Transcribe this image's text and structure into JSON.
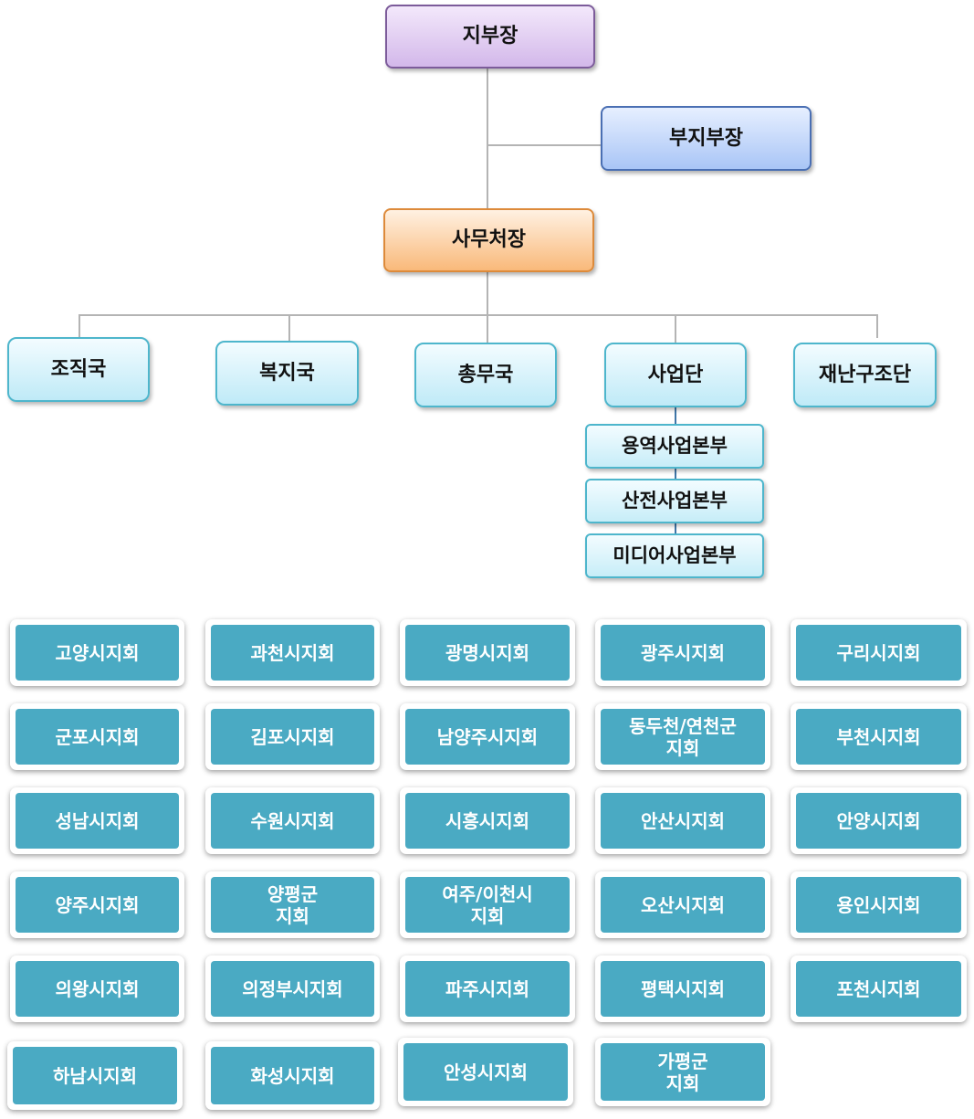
{
  "org": {
    "chief": "지부장",
    "vice_chief": "부지부장",
    "secretary_general": "사무처장",
    "departments": [
      "조직국",
      "복지국",
      "총무국",
      "사업단",
      "재난구조단"
    ],
    "business_units": [
      "용역사업본부",
      "산전사업본부",
      "미디어사업본부"
    ]
  },
  "branches": [
    "고양시지회",
    "과천시지회",
    "광명시지회",
    "광주시지회",
    "구리시지회",
    "군포시지회",
    "김포시지회",
    "남양주시지회",
    "동두천/연천군\n지회",
    "부천시지회",
    "성남시지회",
    "수원시지회",
    "시흥시지회",
    "안산시지회",
    "안양시지회",
    "양주시지회",
    "양평군\n지회",
    "여주/이천시\n지회",
    "오산시지회",
    "용인시지회",
    "의왕시지회",
    "의정부시지회",
    "파주시지회",
    "평택시지회",
    "포천시지회",
    "하남시지회",
    "화성시지회",
    "안성시지회",
    "가평군\n지회"
  ],
  "colors": {
    "chief": "#d3b8ea",
    "vice_chief": "#a9c5f6",
    "secretary_general": "#f9b97a",
    "department": "#bfeaf7",
    "branch": "#4aaac3",
    "connector": "#b4b4b4"
  }
}
